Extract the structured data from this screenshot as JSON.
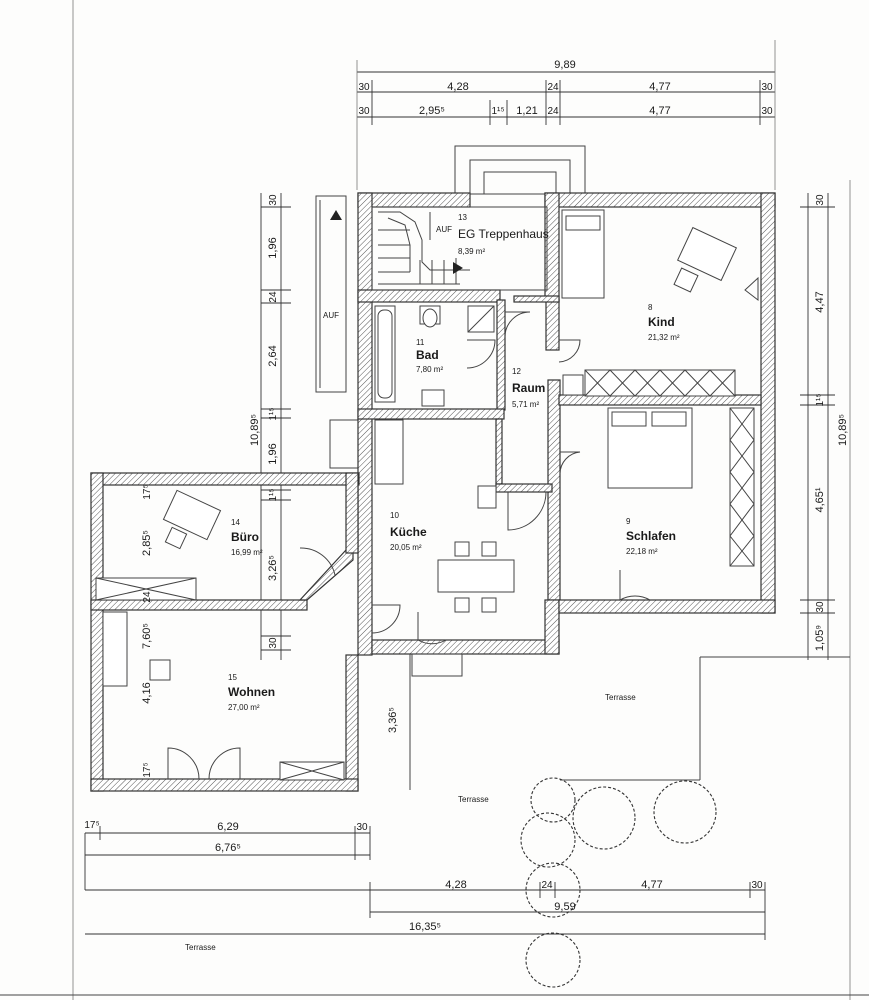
{
  "rooms": [
    {
      "id": "treppenhaus",
      "number": "13",
      "name": "EG Treppenhaus",
      "area": "8,39 m²"
    },
    {
      "id": "kind",
      "number": "8",
      "name": "Kind",
      "area": "21,32 m²"
    },
    {
      "id": "bad",
      "number": "11",
      "name": "Bad",
      "area": "7,80 m²"
    },
    {
      "id": "raum",
      "number": "12",
      "name": "Raum",
      "area": "5,71 m²"
    },
    {
      "id": "buero",
      "number": "14",
      "name": "Büro",
      "area": "16,99 m²"
    },
    {
      "id": "kueche",
      "number": "10",
      "name": "Küche",
      "area": "20,05 m²"
    },
    {
      "id": "schlafen",
      "number": "9",
      "name": "Schlafen",
      "area": "22,18 m²"
    },
    {
      "id": "wohnen",
      "number": "15",
      "name": "Wohnen",
      "area": "27,00 m²"
    }
  ],
  "labels": {
    "auf_stair": "AUF",
    "auf_ramp": "AUF",
    "terrasse_east": "Terrasse",
    "terrasse_south": "Terrasse",
    "terrasse_west": "Terrasse"
  },
  "dimensions": {
    "top_total": "9,89",
    "top_row1": [
      "30",
      "4,28",
      "24",
      "4,77",
      "30"
    ],
    "top_row2": [
      "30",
      "2,95⁵",
      "1¹⁵",
      "1,21",
      "24",
      "4,77",
      "30"
    ],
    "left_chain": [
      "30",
      "1,96",
      "24",
      "2,64",
      "1¹⁵",
      "1,96",
      "1¹⁵",
      "3,26⁵",
      "30"
    ],
    "left_total": "10,89⁵",
    "right_chain": [
      "30",
      "4,47",
      "1¹⁵",
      "4,65¹",
      "30",
      "1,05⁹"
    ],
    "right_total": "10,89⁵",
    "buero_chain": [
      "17⁵",
      "2,85⁵",
      "24"
    ],
    "wohnen_chain": [
      "7,60⁵",
      "4,16",
      "17⁵"
    ],
    "terrace_depth": "3,36⁵",
    "bottom_row1": [
      "17⁵",
      "6,29",
      "30"
    ],
    "bottom_row2": [
      "6,76⁵"
    ],
    "bottom_row3": [
      "4,28",
      "24",
      "4,77",
      "30"
    ],
    "bottom_row4": [
      "9,59"
    ],
    "bottom_row5": [
      "16,35⁵"
    ]
  }
}
